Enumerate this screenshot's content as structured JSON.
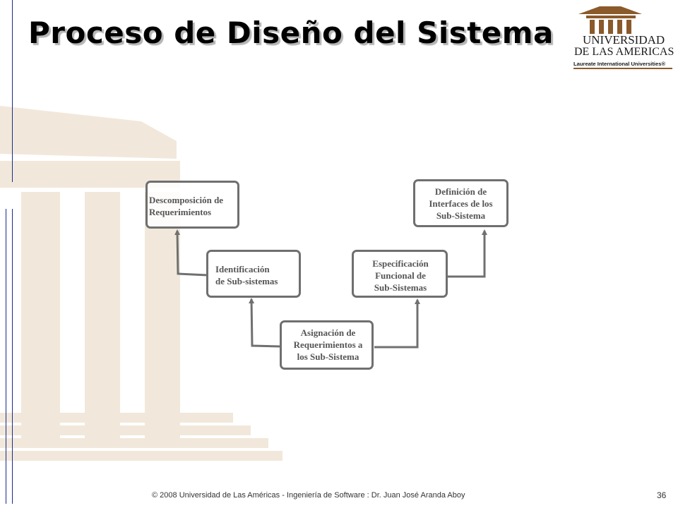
{
  "slide": {
    "title": "Proceso de Diseño del Sistema",
    "footer": "© 2008 Universidad de  Las Américas  - Ingeniería de Software : Dr. Juan José Aranda Aboy",
    "page_number": "36"
  },
  "logo": {
    "line1": "UNIVERSIDAD",
    "line2": "DE LAS AMERICAS",
    "line3": "Laureate International Universities®"
  },
  "diagram": {
    "nodes": [
      {
        "id": "descomposicion",
        "label": "Descomposición de\nRequerimientos"
      },
      {
        "id": "identificacion",
        "label": "Identificación\nde Sub-sistemas"
      },
      {
        "id": "asignacion",
        "label": "Asignación de\nRequerimientos a\nlos Sub-Sistema"
      },
      {
        "id": "especificacion",
        "label": "Especificación\nFuncional de\nSub-Sistemas"
      },
      {
        "id": "definicion",
        "label": "Definición de\nInterfaces de los\nSub-Sistema"
      }
    ]
  }
}
